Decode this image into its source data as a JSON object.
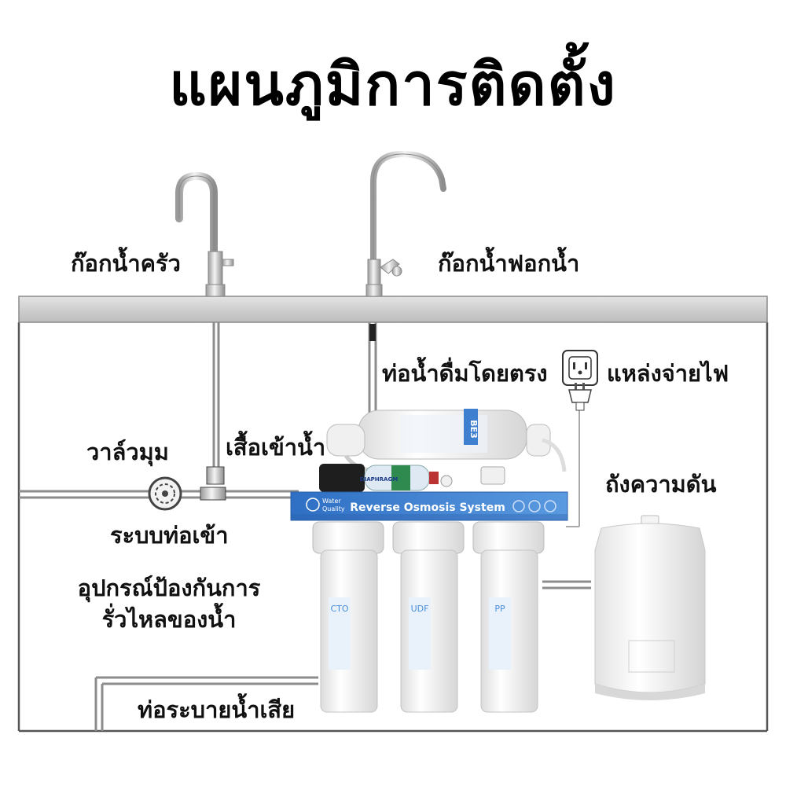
{
  "title": "แผนภูมิการติดตั้ง",
  "labels": {
    "kitchen_faucet": "ก๊อกน้ำครัว",
    "purifier_faucet": "ก๊อกน้ำฟอกน้ำ",
    "direct_drinking_pipe": "ท่อน้ำดื่มโดยตรง",
    "power_supply": "แหล่งจ่ายไฟ",
    "angle_valve": "วาล์วมุม",
    "inlet_tee": "เสื้อเข้าน้ำ",
    "pressure_tank": "ถังความดัน",
    "inlet_pipe": "ระบบท่อเข้า",
    "leak_device_line1": "อุปกรณ์ป้องกันการ",
    "leak_device_line2": "รั่วไหลของน้ำ",
    "drain_pipe": "ท่อระบายน้ำเสีย"
  },
  "unit": {
    "panel_title": "Reverse Osmosis System",
    "brand_line1": "Water",
    "brand_line2": "Quality",
    "membrane_tag": "BE3",
    "pump_label": "DIAPHRAGM",
    "filters": [
      "CTO",
      "UDF",
      "PP"
    ]
  },
  "colors": {
    "panel_blue": "#3d7fd0",
    "pipe_gray": "#888888",
    "counter_gray": "#cfcfcf",
    "filter_label_blue": "#4a8fdc"
  }
}
